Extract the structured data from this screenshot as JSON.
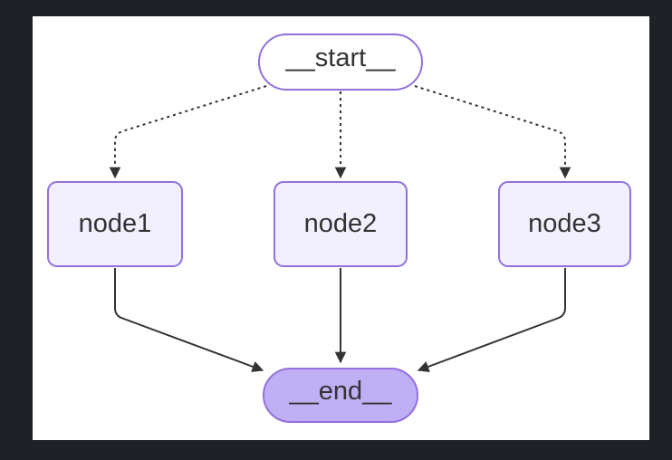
{
  "window": {
    "background_color": "#1e2126",
    "canvas_color": "#ffffff"
  },
  "diagram": {
    "kind": "state-graph-flowchart",
    "accent_stroke_color": "#9370db",
    "edge_color": "#333333",
    "text_color": "#333333",
    "nodes": [
      {
        "id": "__start__",
        "label": "__start__",
        "shape": "stadium",
        "fill": "#ffffff"
      },
      {
        "id": "node1",
        "label": "node1",
        "shape": "rounded-rect",
        "fill": "#f2f0ff"
      },
      {
        "id": "node2",
        "label": "node2",
        "shape": "rounded-rect",
        "fill": "#f2f0ff"
      },
      {
        "id": "node3",
        "label": "node3",
        "shape": "rounded-rect",
        "fill": "#f2f0ff"
      },
      {
        "id": "__end__",
        "label": "__end__",
        "shape": "stadium",
        "fill": "#bfb0f5"
      }
    ],
    "edges": [
      {
        "from": "__start__",
        "to": "node1",
        "style": "dotted",
        "arrowhead": "filled-triangle"
      },
      {
        "from": "__start__",
        "to": "node2",
        "style": "dotted",
        "arrowhead": "filled-triangle"
      },
      {
        "from": "__start__",
        "to": "node3",
        "style": "dotted",
        "arrowhead": "filled-triangle"
      },
      {
        "from": "node1",
        "to": "__end__",
        "style": "solid",
        "arrowhead": "filled-triangle"
      },
      {
        "from": "node2",
        "to": "__end__",
        "style": "solid",
        "arrowhead": "filled-triangle"
      },
      {
        "from": "node3",
        "to": "__end__",
        "style": "solid",
        "arrowhead": "filled-triangle"
      }
    ]
  }
}
